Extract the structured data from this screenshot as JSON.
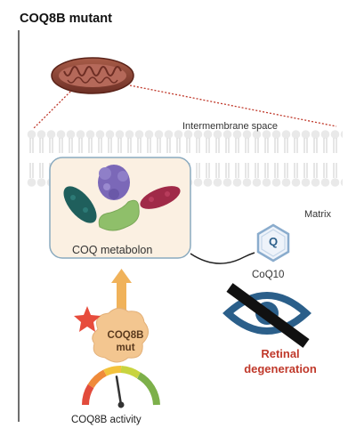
{
  "title": "COQ8B mutant",
  "labels": {
    "intermembrane_space": "Intermembrane space",
    "matrix": "Matrix",
    "metabolon": "COQ metabolon",
    "coq10": "CoQ10",
    "coq10_glyph": "Q",
    "mutant_line1": "COQ8B",
    "mutant_line2": "mut",
    "outcome_line1": "Retinal",
    "outcome_line2": "degeneration",
    "activity": "COQ8B activity"
  },
  "colors": {
    "mitochondrion": "#8e4a3a",
    "membrane": "#e6e6e6",
    "dashed_link": "#c0392b",
    "protein_teal": "#1f5f5c",
    "protein_purple": "#7b68b8",
    "protein_crimson": "#a02a48",
    "protein_green": "#8fbf6a",
    "arrow": "#f0b25a",
    "mutant_blob": "#f3c690",
    "star": "#e74c3c",
    "eye": "#2b5f8a",
    "outcome_text": "#c0392b"
  },
  "icons": {
    "mitochondrion": "mitochondrion-icon",
    "coq10": "quinone-hexagon-icon",
    "eye": "crossed-eye-icon",
    "star": "mutation-star-icon",
    "gauge": "activity-gauge-icon"
  },
  "activity_gauge": {
    "scale": [
      "low",
      "high"
    ],
    "level": 0.45
  }
}
